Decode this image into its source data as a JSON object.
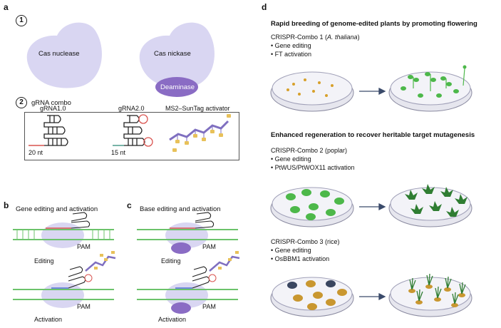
{
  "panel_labels": {
    "a": "a",
    "b": "b",
    "c": "c",
    "d": "d"
  },
  "panel_a": {
    "step1": "1",
    "step2": "2",
    "cas_nuclease": "Cas nuclease",
    "cas_nickase": "Cas nickase",
    "deaminase": "Deaminase",
    "grna_combo": "gRNA combo",
    "grna1": "gRNA1.0",
    "grna2": "gRNA2.0",
    "activator": "MS2–SunTag activator",
    "nt20": "20 nt",
    "nt15": "15 nt"
  },
  "panel_b": {
    "title": "Gene editing and activation",
    "editing": "Editing",
    "activation": "Activation",
    "pam": "PAM",
    "pam2": "PAM"
  },
  "panel_c": {
    "title": "Base editing and activation",
    "editing": "Editing",
    "activation": "Activation",
    "pam": "PAM",
    "pam2": "PAM"
  },
  "panel_d": {
    "heading1": "Rapid breeding of genome-edited plants by promoting flowering",
    "combo1_title": "CRISPR-Combo 1 (",
    "combo1_species": "A. thaliana",
    "combo1_close": ")",
    "combo1_items": [
      "• Gene editing",
      "• FT activation"
    ],
    "heading2": "Enhanced regeneration to recover heritable target mutagenesis",
    "combo2_title": "CRISPR-Combo 2 (poplar)",
    "combo2_items": [
      "• Gene editing",
      "• PtWUS/PtWOX11 activation"
    ],
    "combo3_title": "CRISPR-Combo 3 (rice)",
    "combo3_items": [
      "• Gene editing",
      "• OsBBM1 activation"
    ]
  },
  "colors": {
    "cas": "#d9d6f2",
    "deaminase": "#8a6cc4",
    "dna_green": "#6cc36b",
    "rna_red": "#d9534f",
    "rna_blue": "#4a6fd1",
    "sunTag": "#7f6fc0",
    "yellow": "#e8c15a",
    "dish": "#e6e6ee",
    "leaf": "#4db84a",
    "dark_leaf": "#2f7d32",
    "seed": "#d7a02b",
    "callus": "#c99730",
    "callus_dark": "#3a4660",
    "arrow": "#3a4a6a"
  }
}
